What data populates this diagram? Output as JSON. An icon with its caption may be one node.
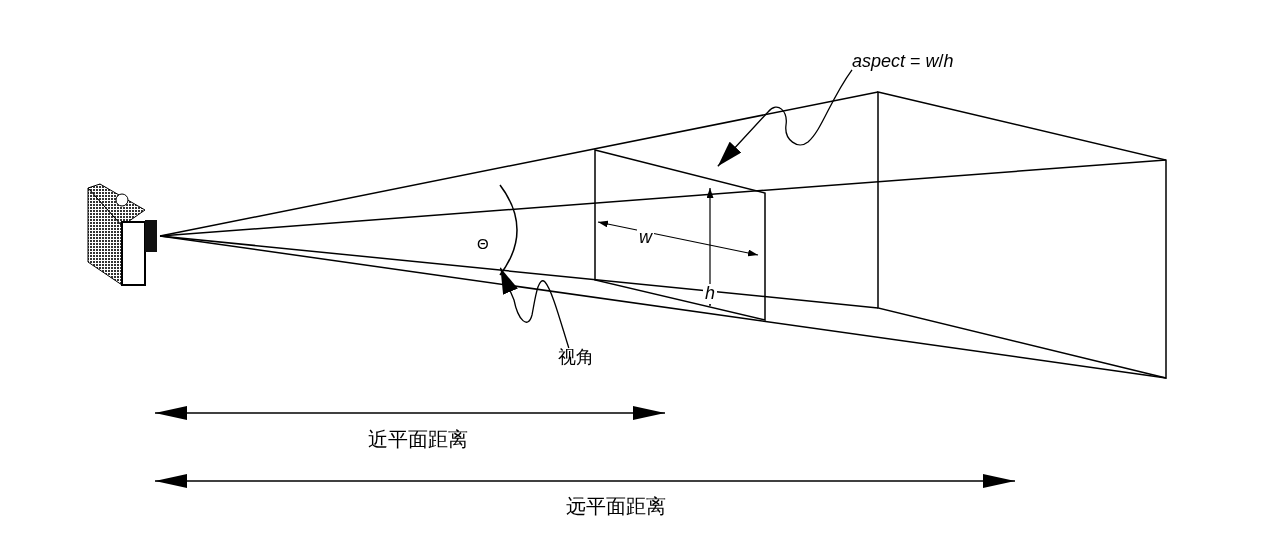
{
  "diagram": {
    "nodes": [
      {
        "text": [
          "*aspect* = *w*/*h*"
        ]
      },
      {
        "text": [],
        "shape": "box"
      },
      {
        "text": [
          "视角"
        ]
      },
      {
        "text": [],
        "shape": "arc"
      }
    ],
    "edges": [
      {
        "from": 0,
        "to": 1,
        "arrow": "to"
      },
      {
        "from": 2,
        "to": 3,
        "arrow": "to"
      }
    ],
    "labels": [
      "*w*",
      "*h*",
      "Θ",
      "近平面距离",
      "远平面距离"
    ]
  }
}
